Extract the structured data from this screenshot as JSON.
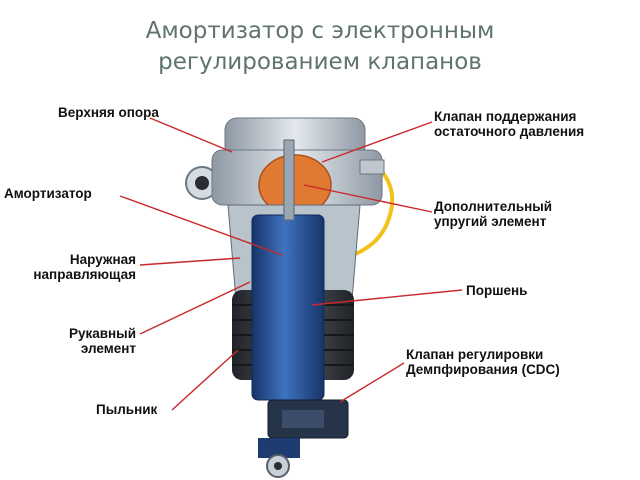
{
  "title": {
    "line1": "Амортизатор с электронным",
    "line2": "регулированием клапанов"
  },
  "labels": {
    "top_mount": "Верхняя опора",
    "shock_absorber": "Амортизатор",
    "outer_guide_line1": "Наружная",
    "outer_guide_line2": "направляющая",
    "sleeve_line1": "Рукавный",
    "sleeve_line2": "элемент",
    "boot": "Пыльник",
    "residual_valve_line1": "Клапан поддержания",
    "residual_valve_line2": "остаточного давления",
    "extra_spring_line1": "Дополнительный",
    "extra_spring_line2": "упругий элемент",
    "piston": "Поршень",
    "cdc_valve_line1": "Клапан регулировки",
    "cdc_valve_line2": "Демпфирования (CDC)"
  },
  "colors": {
    "leader_line": "#c8282a",
    "shock_body": "#2f5fa6",
    "shock_dark": "#1c3f78",
    "top_cap": "#c9d2da",
    "bellows": "#3a3f46",
    "rubber_spring": "#e07a32",
    "yellow_wire": "#f2c21c"
  }
}
